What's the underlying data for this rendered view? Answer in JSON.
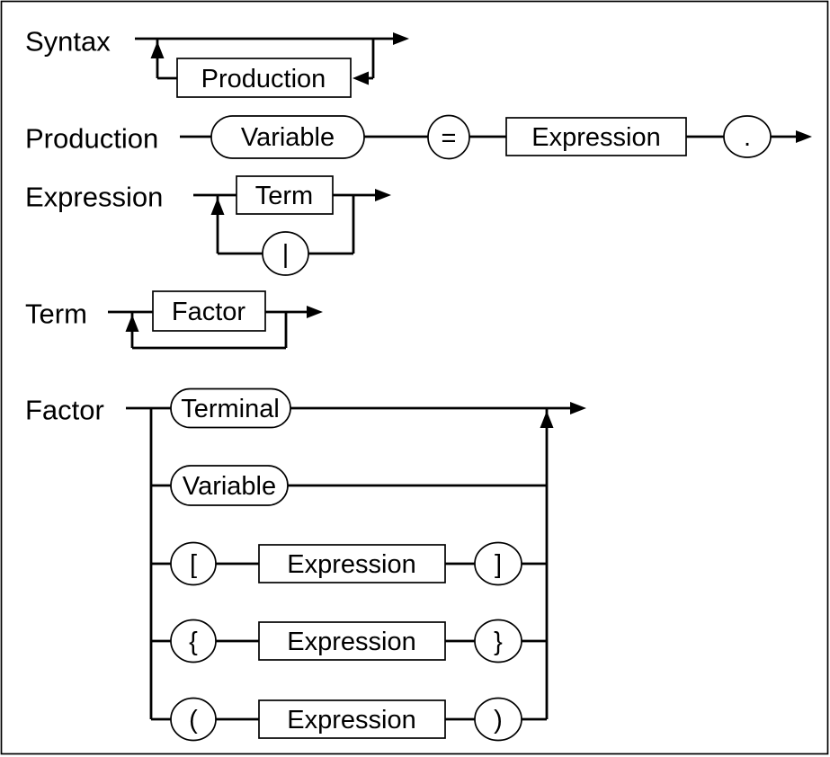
{
  "colors": {
    "line": "#000000",
    "background": "#ffffff",
    "text": "#000000"
  },
  "diagram_type": "railroad-syntax-diagram",
  "rules": [
    {
      "label": "Syntax",
      "nodes": [
        {
          "type": "rect",
          "text": "Production"
        }
      ]
    },
    {
      "label": "Production",
      "nodes": [
        {
          "type": "stadium",
          "text": "Variable"
        },
        {
          "type": "circle",
          "text": "="
        },
        {
          "type": "rect",
          "text": "Expression"
        },
        {
          "type": "circle",
          "text": "."
        }
      ]
    },
    {
      "label": "Expression",
      "nodes": [
        {
          "type": "rect",
          "text": "Term"
        },
        {
          "type": "circle",
          "text": "|"
        }
      ]
    },
    {
      "label": "Term",
      "nodes": [
        {
          "type": "rect",
          "text": "Factor"
        }
      ]
    },
    {
      "label": "Factor",
      "branches": [
        [
          {
            "type": "stadium",
            "text": "Terminal"
          }
        ],
        [
          {
            "type": "stadium",
            "text": "Variable"
          }
        ],
        [
          {
            "type": "circle",
            "text": "["
          },
          {
            "type": "rect",
            "text": "Expression"
          },
          {
            "type": "circle",
            "text": "]"
          }
        ],
        [
          {
            "type": "circle",
            "text": "{"
          },
          {
            "type": "rect",
            "text": "Expression"
          },
          {
            "type": "circle",
            "text": "}"
          }
        ],
        [
          {
            "type": "circle",
            "text": "("
          },
          {
            "type": "rect",
            "text": "Expression"
          },
          {
            "type": "circle",
            "text": ")"
          }
        ]
      ]
    }
  ]
}
